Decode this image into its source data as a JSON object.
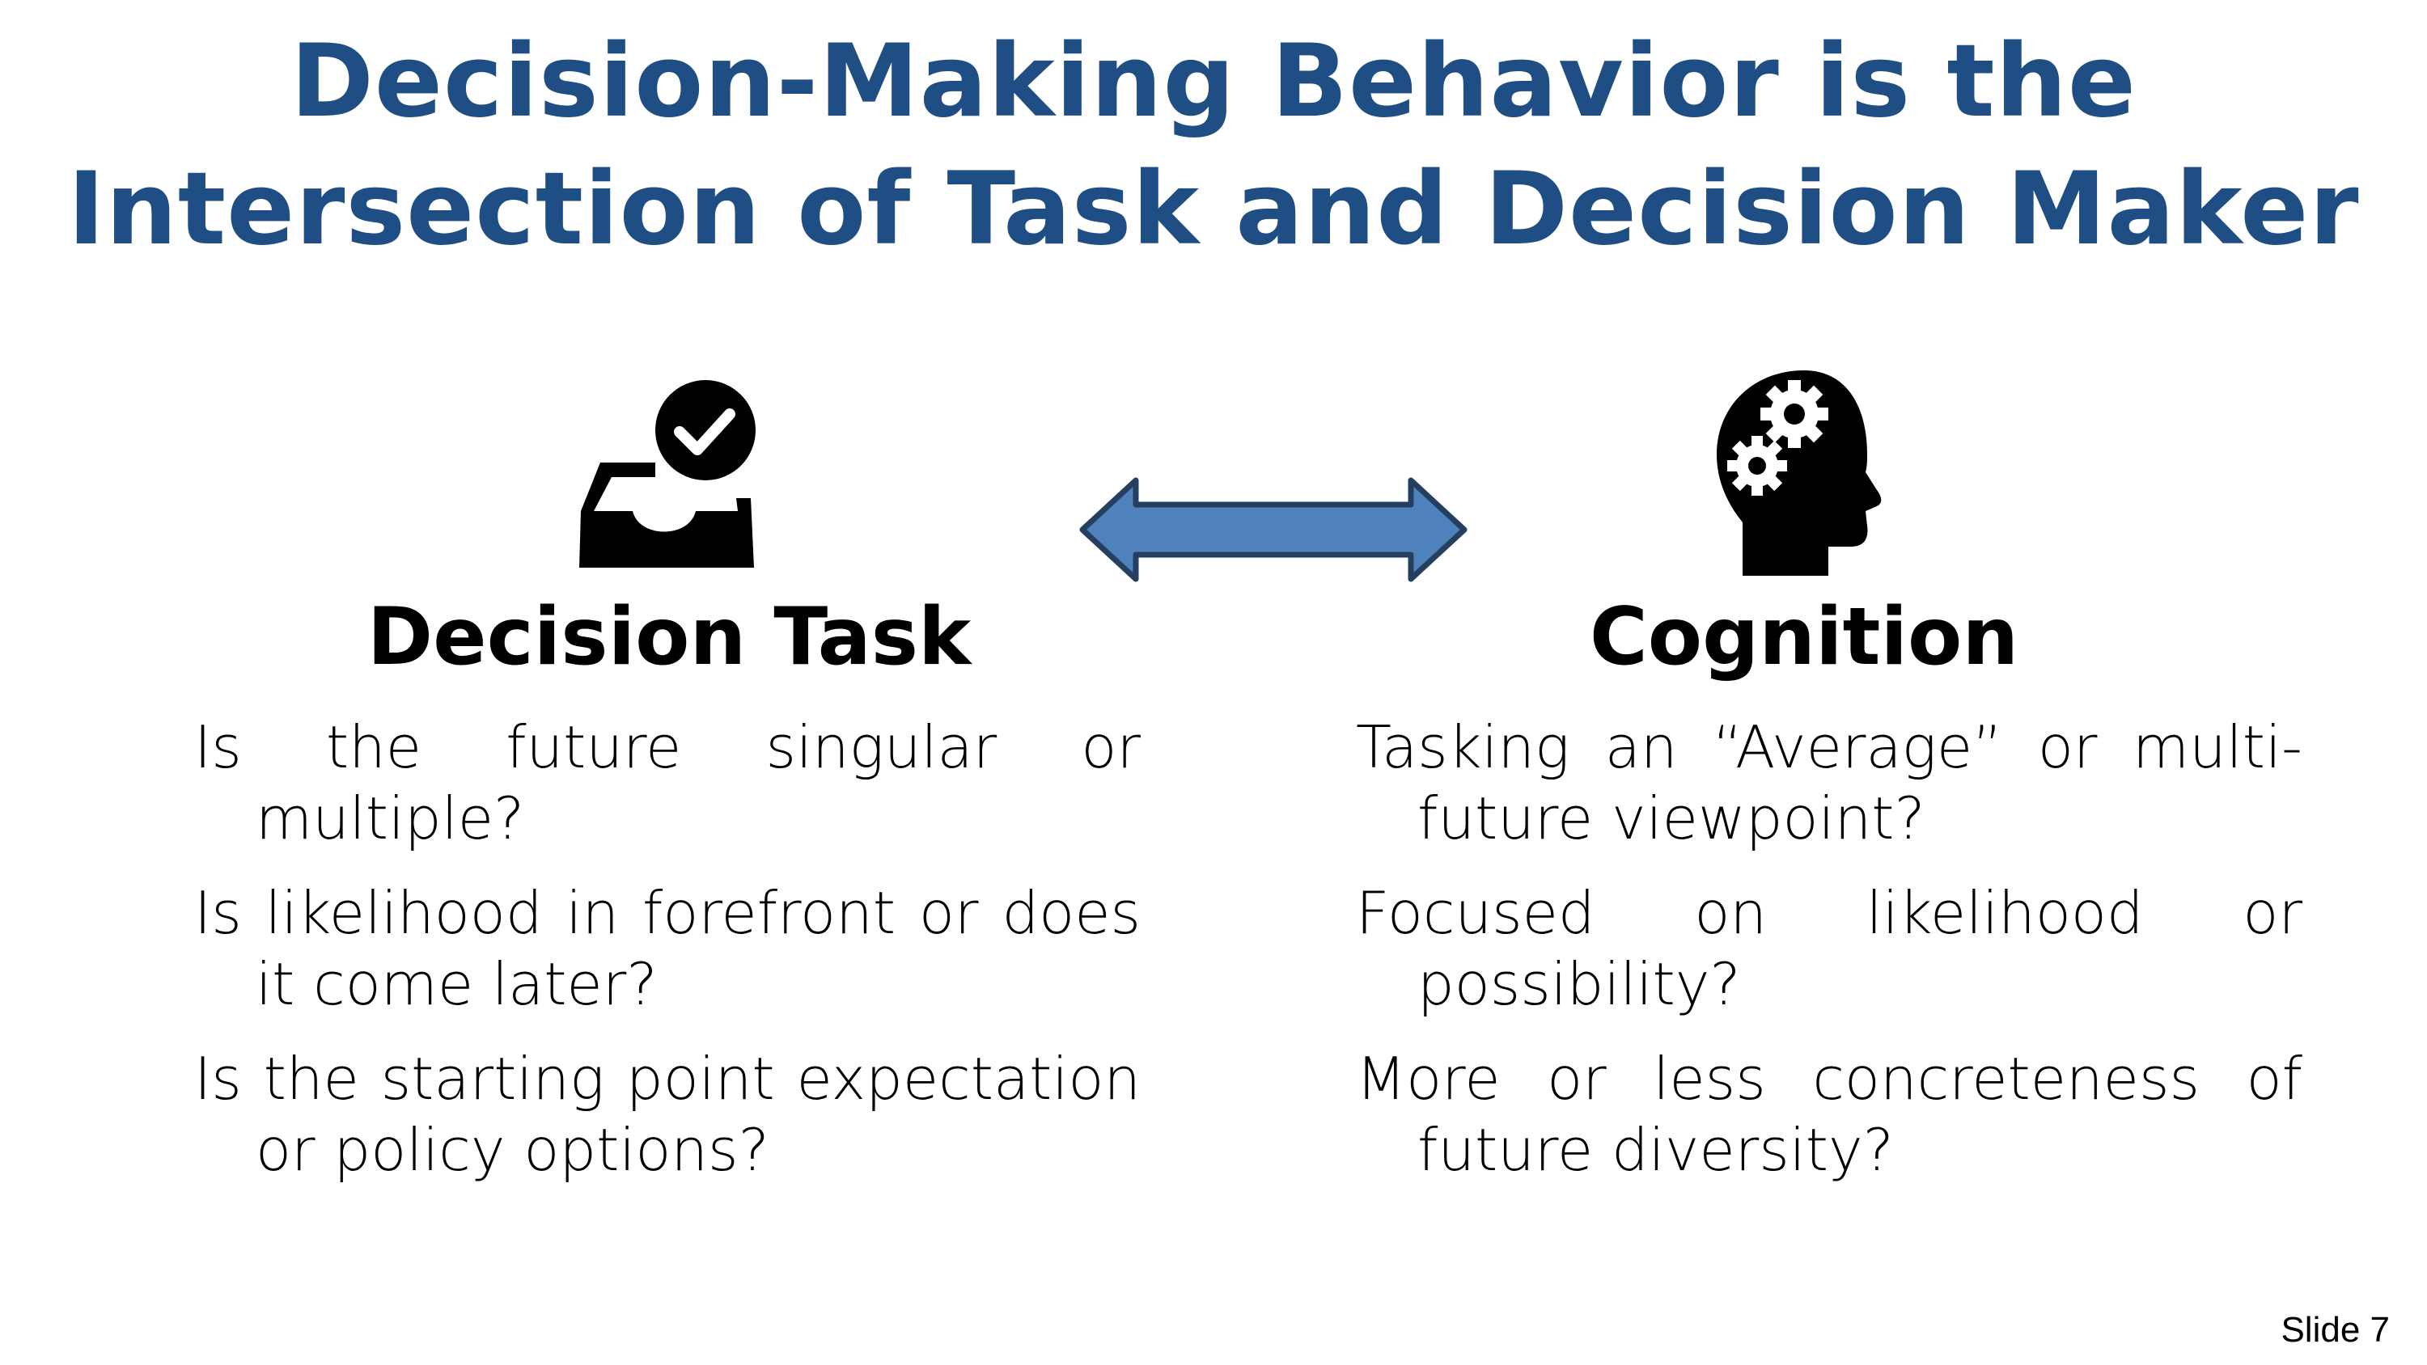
{
  "title": {
    "line1": "Decision-Making Behavior is the",
    "line2": "Intersection of Task and Decision Maker"
  },
  "left": {
    "heading": "Decision Task",
    "icon": "inbox-check-icon",
    "bullets": [
      "Is the future singular or multiple?",
      "Is likelihood in forefront or does it come later?",
      "Is the starting point expectation or policy options?"
    ]
  },
  "right": {
    "heading": "Cognition",
    "icon": "head-gears-icon",
    "bullets": [
      "Tasking an “Average” or multi-future viewpoint?",
      "Focused on likelihood or possibility?",
      "More or less concreteness of future diversity?"
    ]
  },
  "connector": {
    "icon": "double-arrow-icon",
    "fill": "#4f81bd",
    "stroke": "#243f60"
  },
  "colors": {
    "title": "#1f4e85",
    "text": "#000000"
  },
  "slide_number": "Slide 7"
}
